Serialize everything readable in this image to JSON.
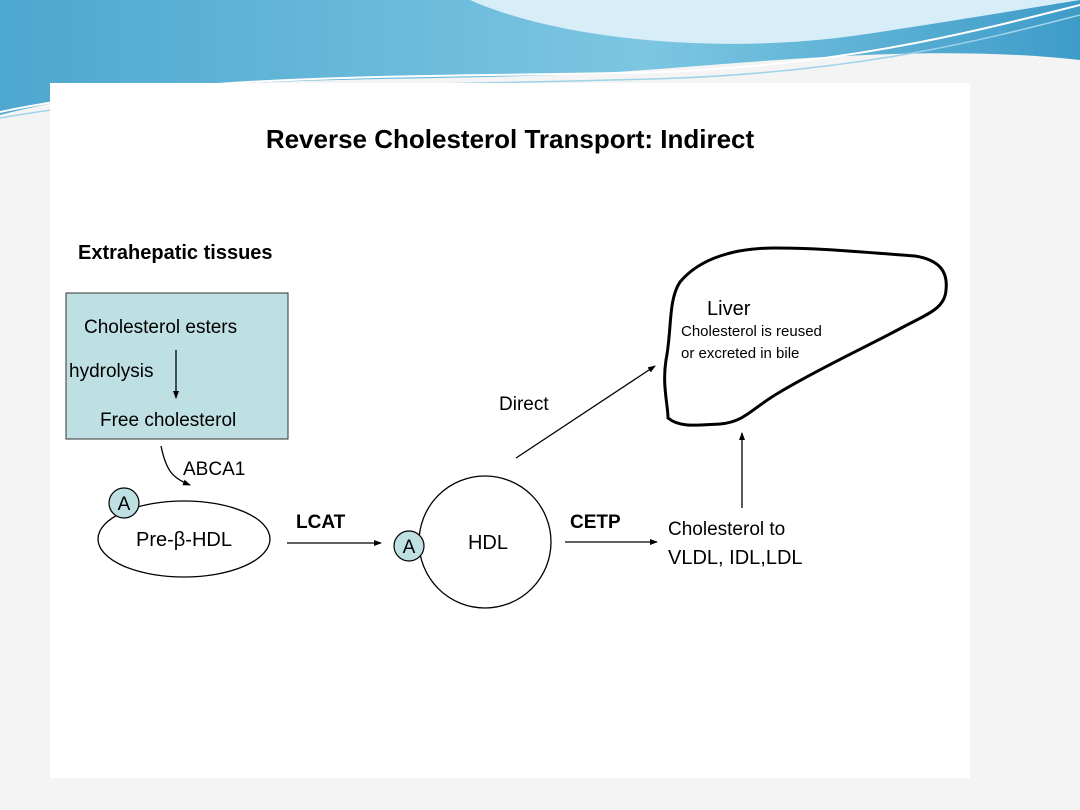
{
  "slide": {
    "title": "Reverse Cholesterol Transport: Indirect",
    "colors": {
      "header_wave": "#5fb4d6",
      "header_light": "#a9dcef",
      "tissue_box": "#bfe0e3",
      "apo_circle": "#bfe0e3"
    }
  },
  "diagram": {
    "tissues_label": "Extrahepatic tissues",
    "box": {
      "esters": "Cholesterol esters",
      "hydrolysis": "hydrolysis",
      "free": "Free cholesterol"
    },
    "abca1": "ABCA1",
    "apo_label": "A",
    "prebeta_hdl": "Pre-β-HDL",
    "lcat": "LCAT",
    "hdl": "HDL",
    "cetp": "CETP",
    "cholesterol_to_line1": "Cholesterol to",
    "cholesterol_to_line2": "VLDL, IDL,LDL",
    "direct": "Direct",
    "liver": {
      "title": "Liver",
      "line1": "Cholesterol is reused",
      "line2": "or excreted in bile"
    }
  }
}
